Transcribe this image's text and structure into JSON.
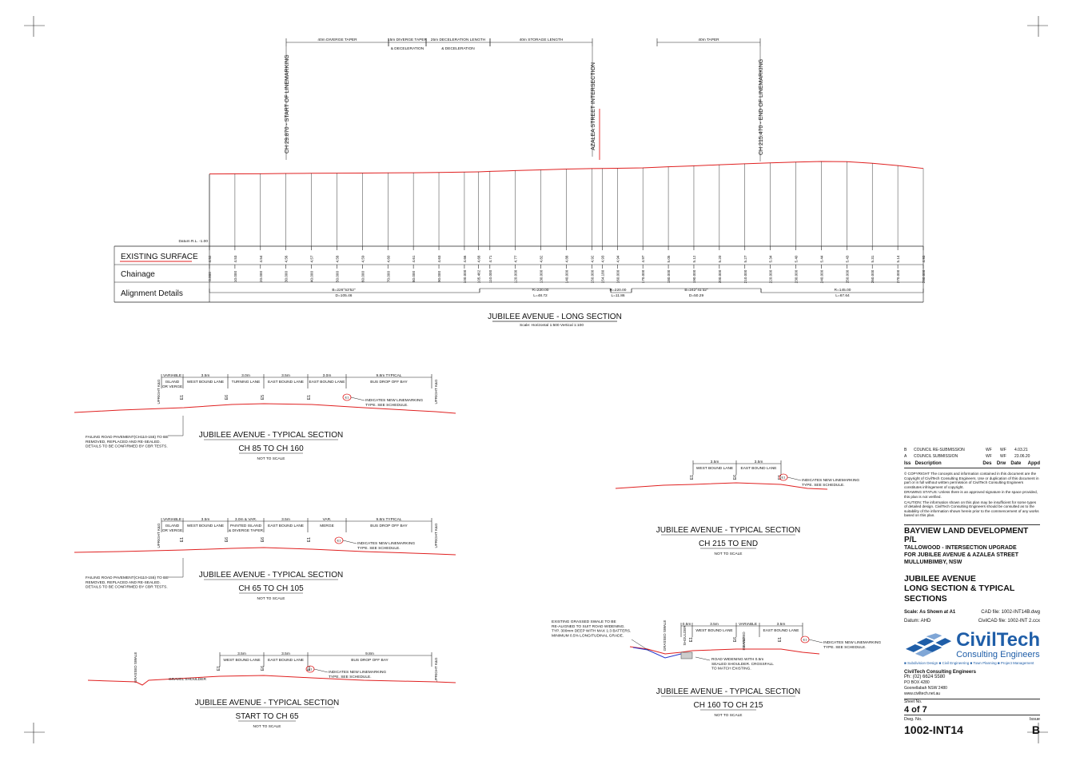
{
  "long_section": {
    "dims": [
      {
        "label": "40m DIVERGE TAPER",
        "sub": ""
      },
      {
        "label": "15m DIVERGE TAPER",
        "sub": "& DECELERATION"
      },
      {
        "label": "25m DECELERATION LENGTH",
        "sub": "& DECELERATION"
      },
      {
        "label": "40m STORAGE LENGTH",
        "sub": ""
      },
      {
        "label": "40m TAPER",
        "sub": ""
      }
    ],
    "markers": [
      "CH 29.870 - START OF LINEMARKING",
      "AZALEA STREET INTERSECTION",
      "CH 215.470 - END OF LINEMARKING"
    ],
    "datum": "Datum R.L. -1.00",
    "rows": [
      "EXISTING SURFACE",
      "Chainage",
      "Alignment Details"
    ],
    "surface": [
      "4.52",
      "4.53",
      "4.54",
      "4.56",
      "4.57",
      "4.58",
      "4.59",
      "4.60",
      "4.61",
      "4.63",
      "4.66",
      "4.68",
      "4.71",
      "4.77",
      "4.82",
      "4.88",
      "4.92",
      "4.93",
      "4.94",
      "4.97",
      "5.05",
      "5.12",
      "5.20",
      "5.27",
      "5.34",
      "5.40",
      "5.44",
      "5.43",
      "5.31",
      "5.14",
      "4.93"
    ],
    "chainage": [
      "0.000",
      "10.000",
      "20.000",
      "30.000",
      "40.000",
      "50.000",
      "60.000",
      "70.000",
      "80.000",
      "90.000",
      "100.000",
      "105.462",
      "110.000",
      "120.000",
      "130.000",
      "140.000",
      "150.000",
      "154.180",
      "160.000",
      "170.000",
      "180.000",
      "190.000",
      "200.000",
      "210.000",
      "220.000",
      "230.000",
      "240.000",
      "250.000",
      "260.000",
      "270.000",
      "280.000"
    ],
    "alignment": [
      {
        "a": "B=226°53'52\"",
        "b": "D=105.46"
      },
      {
        "a": "R=220.00",
        "b": "L=48.72"
      },
      {
        "a": "R=220.00",
        "b": "L=11.86"
      },
      {
        "a": "B=242°41'32\"",
        "b": "D=50.29"
      },
      {
        "a": "R=145.00",
        "b": "L=67.64"
      }
    ],
    "title": "JUBILEE AVENUE - LONG SECTION",
    "scale": "Scale: Horizontal 1:500 Vertical 1:100"
  },
  "sec1": {
    "widths": [
      "VARIABLE",
      "3.5m",
      "3.0m",
      "3.5m",
      "3.0m",
      "9.8m TYPICAL"
    ],
    "lanes": [
      "ISLAND\nOR VERGE",
      "WEST  BOUND  LANE",
      "TURNING LANE",
      "EAST  BOUND  LANE",
      "EAST  BOUND  LANE",
      "BUS DROP OFF BAY"
    ],
    "kerb_l": "UPRIGHT K&G",
    "kerb_r": "UPRIGHT K&G",
    "tags": [
      "E1",
      "E6",
      "E5",
      "E1"
    ],
    "callout": "E1",
    "note": "INDICATES NEW LINEMARKING\nTYPE. SEE SCHEDULE.",
    "fail": "FAILING ROAD PAVEMENT(CH110-155) TO BE\nREMOVED, REPLACED AND RE-SEALED.\nDETAILS TO BE CONFIRMED BY CBR TESTS.",
    "title": "JUBILEE AVENUE - TYPICAL SECTION",
    "sub": "CH 85 TO CH 160",
    "nts": "NOT TO SCALE"
  },
  "sec2": {
    "widths": [
      "VARIABLE",
      "3.5m",
      "3.0m & VAR.",
      "3.5m",
      "VAR.",
      "9.8m TYPICAL"
    ],
    "lanes": [
      "ISLAND\nOR VERGE",
      "WEST  BOUND  LANE",
      "PAINTED ISLAND\n& DIVERGE TAPER",
      "EAST  BOUND  LANE",
      "MERGE",
      "BUS DROP OFF BAY"
    ],
    "kerb_l": "UPRIGHT K&G",
    "kerb_r": "UPRIGHT K&G",
    "tags": [
      "E1",
      "E6",
      "E6",
      "E1"
    ],
    "callout": "E1",
    "note": "INDICATES NEW LINEMARKING\nTYPE. SEE SCHEDULE.",
    "fail": "FAILING ROAD PAVEMENT(CH110-155) TO BE\nREMOVED, REPLACED AND RE-SEALED.\nDETAILS TO BE CONFIRMED BY CBR TESTS.",
    "title": "JUBILEE AVENUE - TYPICAL SECTION",
    "sub": "CH 65 TO CH 105",
    "nts": "NOT TO SCALE"
  },
  "sec3": {
    "widths": [
      "3.5m",
      "3.5m",
      "9.8m"
    ],
    "lanes": [
      "WEST  BOUND  LANE",
      "EAST  BOUND  LANE",
      "BUS DROP OFF BAY"
    ],
    "swale": "GRASSED SWALE",
    "kerb_r": "UPRIGHT K&G",
    "gravel": "GRAVEL SHOULDER",
    "tags": [
      "E1",
      "E6",
      "E1"
    ],
    "callout": "E1",
    "note": "INDICATES NEW LINEMARKING\nTYPE. SEE SCHEDULE.",
    "title": "JUBILEE AVENUE - TYPICAL SECTION",
    "sub": "START TO CH 65",
    "nts": "NOT TO SCALE"
  },
  "sec4": {
    "widths": [
      "3.5m",
      "3.5m"
    ],
    "lanes": [
      "WEST  BOUND  LANE",
      "EAST  BOUND  LANE"
    ],
    "tags": [
      "E1",
      "E6",
      "E1"
    ],
    "callout": "E1",
    "note": "INDICATES NEW LINEMARKING\nTYPE. SEE SCHEDULE.",
    "title": "JUBILEE AVENUE - TYPICAL SECTION",
    "sub": "CH 215 TO END",
    "nts": "NOT TO SCALE"
  },
  "sec5": {
    "widths": [
      "0.5m",
      "3.5m",
      "VARIABLE",
      "3.5m"
    ],
    "lanes": [
      "SHOULDER",
      "WEST  BOUND  LANE",
      "PAINTED\nISLAND",
      "EAST  BOUND  LANE"
    ],
    "swale": "GRASSED SWALE",
    "tags": [
      "E1",
      "E6",
      "E1"
    ],
    "callout": "E1",
    "note": "INDICATES NEW LINEMARKING\nTYPE. SEE SCHEDULE.",
    "swale_note": "EXISTING GRASSED SWALE TO BE\nRE-ALIGNED TO SUIT ROAD WIDENING.\nTYP. 300mm DEEP WITH MAX 1:3 BATTERS.\nMINIMUM 0.5% LONGITUDINAL GRADE.",
    "widen_note": "ROAD WIDENING WITH 0.5m\nSEALED SHOULDER. CROSSFALL\nTO MATCH EXISTING.",
    "title": "JUBILEE AVENUE - TYPICAL SECTION",
    "sub": "CH 160 TO CH 215",
    "nts": "NOT TO SCALE"
  },
  "title_block": {
    "revisions": [
      {
        "iss": "B",
        "desc": "COUNCIL RE-SUBMISSION",
        "des": "WF",
        "drw": "WF",
        "date": "4.03.21"
      },
      {
        "iss": "A",
        "desc": "COUNCIL SUBMISSION",
        "des": "WF",
        "drw": "WF",
        "date": "23.06.20"
      }
    ],
    "headers": [
      "Iss",
      "Description",
      "Des",
      "Drw",
      "Date",
      "Appd"
    ],
    "copyright": "© COPYRIGHT  The concepts and information contained in this document are the Copyright of CivilTech Consulting Engineers. Use or duplication of this document in part or in full without written permission of CivilTech Consulting Engineers constitutes infringement of copyright.",
    "drawing_status": "DRAWING STATUS:  Unless there is an approved signature in the space provided, this plan is not verified.",
    "caution": "CAUTION:  The information shown on this plan may be insufficient for some types of detailed design. CivilTech Consulting Engineers should be consulted as to the suitability of the information shown herein prior to the commencement of any works based on this plan.",
    "client": "BAYVIEW LAND DEVELOPMENT P/L",
    "project": [
      "TALLOWOOD - INTERSECTION UPGRADE",
      "FOR JUBILEE AVENUE & AZALEA STREET",
      "MULLUMBIMBY, NSW"
    ],
    "drawing_title": [
      "JUBILEE AVENUE",
      "LONG SECTION & TYPICAL",
      "SECTIONS"
    ],
    "scale": "Scale:  As Shown at A1",
    "cad": "CAD file: 1002-INT14B.dwg",
    "datum": "Datum: AHD",
    "civilcad": "CivilCAD file: 1002-INT 2.ccx",
    "logo_name": "CivilTech",
    "logo_sub": "Consulting Engineers",
    "services": "■ Subdivision Design  ■ Civil Engineering  ■ Town Planning  ■ Project Management",
    "company": "CivilTech Consulting Engineers",
    "phone": "Ph: (02) 6624 5580",
    "address": [
      "PO BOX 4280",
      "Goonellabah NSW 2480",
      "www.civiltech.net.au"
    ],
    "sheet_label": "Sheet No.",
    "sheet": "4 of 7",
    "dwg_label": "Dwg. No.",
    "issue_label": "Issue",
    "dwg": "1002-INT14",
    "issue": "B"
  },
  "colors": {
    "red": "#e02020",
    "blue": "#2233cc",
    "ink": "#111111",
    "brand": "#1f5ea8"
  }
}
